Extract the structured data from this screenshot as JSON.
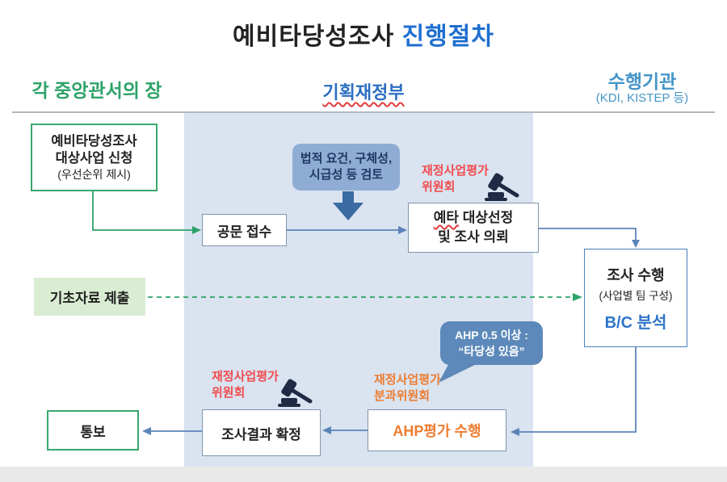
{
  "title": {
    "black": "예비타당성조사",
    "blue": "진행절차"
  },
  "columns": {
    "left": "각 중앙관서의 장",
    "center": "기획재정부",
    "right": "수행기관",
    "right_sub": "(KDI, KISTEP 등)"
  },
  "nodes": {
    "apply": {
      "line1": "예비타당성조사",
      "line2": "대상사업 신청",
      "line3": "(우선순위 제시)"
    },
    "receipt": {
      "label": "공문 접수"
    },
    "review_callout": {
      "line1": "법적 요건, 구체성,",
      "line2": "시급성 등 검토"
    },
    "committee1": {
      "line1": "재정사업평가",
      "line2": "위원회"
    },
    "select": {
      "line1_prefix": "예타",
      "line1_rest": " 대상선정",
      "line2": "및 조사 의뢰"
    },
    "survey": {
      "line1": "조사 수행",
      "line2": "(사업별 팀 구성)",
      "line3": "B/C 분석"
    },
    "basic_data": {
      "label": "기초자료 제출"
    },
    "ahp_bubble": {
      "line1": "AHP 0.5 이상 :",
      "line2": "“타당성 있음”"
    },
    "committee2": {
      "line1": "재정사업평가",
      "line2": "위원회"
    },
    "subcommittee": {
      "line1": "재정사업평가",
      "line2": "분과위원회"
    },
    "confirm": {
      "label": "조사결과 확정"
    },
    "ahp_eval": {
      "label": "AHP평가 수행"
    },
    "notify": {
      "label": "통보"
    }
  },
  "icons": {
    "gavel1": "gavel-icon",
    "gavel2": "gavel-icon"
  },
  "colors": {
    "green": "#2da268",
    "greenBorder": "#3aa76d",
    "lightGreenBg": "#d9edd2",
    "blue": "#1e6fd0",
    "steel": "#5b84b8",
    "boxBorder": "#8096ad",
    "red": "#f14b4e",
    "orange": "#ed7d31",
    "navy": "#1f3864",
    "lightBlueBg": "#dae3f0",
    "calloutBg": "#8fadd4",
    "bubbleBg": "#5d89ba",
    "tealHeader": "#4596c8",
    "fatArrow": "#3a6ba3",
    "gavel": "#1f2b45"
  }
}
